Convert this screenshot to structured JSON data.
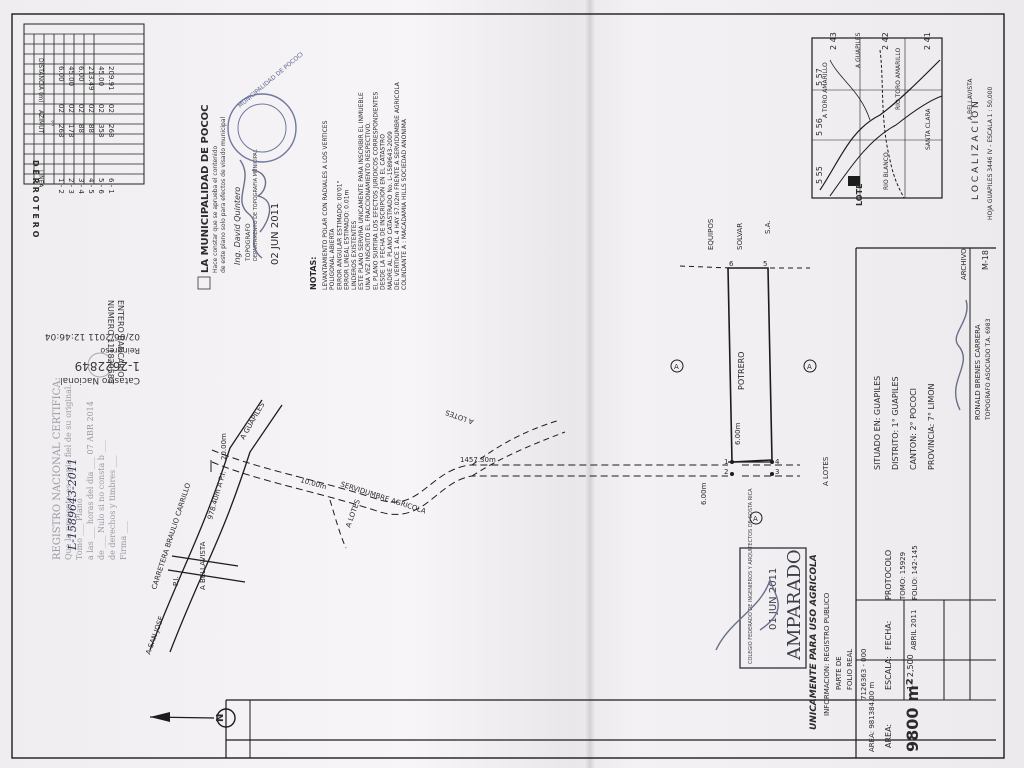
{
  "derrotero": {
    "title": "D E R R O T E R O",
    "headers": [
      "LINEA",
      "AZIMUT",
      "DISTANCIA (m)"
    ],
    "azimut_units": "°   '",
    "rows": [
      [
        "1 - 2",
        "268",
        "02",
        "6.00"
      ],
      [
        "2 - 3",
        "178",
        "02",
        "45.00"
      ],
      [
        "3 - 4",
        "88",
        "02",
        "6.00"
      ],
      [
        "4 - 5",
        "88",
        "02",
        "213.49"
      ],
      [
        "5 - 6",
        "358",
        "02",
        "45.00"
      ],
      [
        "6 - 1",
        "268",
        "02",
        "209.91"
      ]
    ]
  },
  "catastro": {
    "title": "Catastro Nacional",
    "number": "1-2622849",
    "label": "Reingreso",
    "datetime": "02/06/2011 12:46:04"
  },
  "registro_stamp": {
    "lines": [
      "REGISTRO NACIONAL CERTIFICA:",
      "Que la presente es copia fiel de su original.",
      "Tomo ___ Plano",
      "a las ___ horas del dia ___ 07 ABR 2014",
      "de ___ Nulo si no consta b ___",
      "de derechos y timbres ___",
      "Firma ___"
    ],
    "handwritten": "L-1589643-2011"
  },
  "banco": {
    "line1": "ENTERO BANCARIO",
    "line2": "NUMERO 111829585"
  },
  "municipalidad": {
    "title": "LA MUNICIPALIDAD DE POCOC",
    "sub1": "Hace constar que se aprueba el contenido",
    "sub2": "de este plano solo para efectos de visado municipal",
    "name": "Ing. David Quintero",
    "role1": "TOPOGRAFO",
    "role2": "DEPARTAMENTO DE TOPOGRAFIA MUNICIPAL",
    "date": "02 JUN 2011",
    "seal_text": "MUNICIPALIDAD DE POCOCI"
  },
  "notas": {
    "title": "NOTAS:",
    "lines": [
      "LEVANTAMIENTO POLAR CON RADIALES A LOS VERTICES",
      "POLIGONAL ABIERTA",
      "ERROR ANGULAR ESTIMADO: 00'01\"",
      "ERROR LINEAL ESTIMADO: 0.01m",
      "LINDEROS EXISTENTES",
      "ESTE PLANO SERVIRA UNICAMENTE PARA INSCRIBIR EL INMUEBLE",
      "UNA VEZ INSCRITO EL FRACCIONAMIENTO RESPECTIVO.",
      "EL PLANO SURTIRA LOS EFECTOS JURIDICOS CORRESPONDIENTES",
      "DESDE LA FECHA DE INSCRIPCION EN EL CATASTRO",
      "MADRE AL PLANO CATASTRADO No. L-1589643-2009",
      "DEL VERTICE 1 AL 4 HAY 57.02m FRENTE A SERVIDUMBRE AGRICOLA",
      "COLINDANTE A : MACADAMIA HILLS SOCIEDAD ANONIMA"
    ]
  },
  "map": {
    "estacion": "A SAN JOSE",
    "carretera": "CARRETERA BRAULIO CARRILLO",
    "bellavista": "A BELLAVISTA",
    "guapiles": "A GUAPILES",
    "dist_pi": "978.40m A P.I.",
    "pi": "P.I.",
    "width_road": "20.00m",
    "servidumbre": "SERVIDUMBRE AGRICOLA",
    "width_serv": "10.00m",
    "distance": "1457.30m",
    "a_lotes_1": "A LOTES",
    "a_lotes_2": "A LOTES",
    "a_lotes_3": "A LOTES",
    "width_6": "6.00m",
    "width_6b": "6.00m",
    "potrero": "POTRERO",
    "equipos": "EQUIPOS",
    "solvar": "SOLVAR",
    "sa": "S.A.",
    "vertex_labels": [
      "1",
      "2",
      "3",
      "4",
      "5",
      "6"
    ],
    "circle_mark": "A"
  },
  "colegio_stamp": {
    "title": "COLEGIO FEDERADO DE INGENIEROS Y ARQUITECTOS DE COSTA RICA",
    "date": "01 JUN 2011",
    "word": "AMPARADO"
  },
  "info": {
    "uso": "UNICAMENTE PARA USO AGRICOLA",
    "registro_title": "INFORMACION: REGISTRO PUBLICO",
    "parte": "PARTE DE",
    "folio_real": "FOLIO REAL",
    "folio_num": "7126363 - 000",
    "area_label": "AREA: 981384.00 m",
    "area_big_label": "AREA:",
    "area_big": "9800 m²",
    "escala_label": "ESCALA:",
    "escala": "1 : 2,500",
    "fecha_label": "FECHA:",
    "fecha": "ABRIL 2011",
    "protocolo_label": "PROTOCOLO",
    "tomo": "TOMO: 15929",
    "folio": "FOLIO: 142-145",
    "situado": "SITUADO EN: GUAPILES",
    "distrito": "DISTRITO: 1° GUAPILES",
    "canton": "CANTON: 2° POCOCI",
    "provincia": "PROVINCIA: 7° LIMON",
    "topografo": "RONALD BRENES CARRERA",
    "topografo_role": "TOPOGRAFO ASOCIADO T.A. 6983",
    "archivo_label": "ARCHIVO",
    "archivo": "M-18"
  },
  "localizacion": {
    "title": "L O C A L I Z A C I O N",
    "hoja": "HOJA GUAPILES 3446 IV  -  ESCALA 1 : 50,000",
    "lote": "LOTE",
    "rio_blanco": "RIO BLANCO",
    "rio_toro": "RIO TORO AMARILLO",
    "a_bellavista": "A BELLAVISTA",
    "a_guapiles": "A GUAPILES",
    "a_toro": "A TORO AMARILLO",
    "santa_clara": "SANTA CLARA",
    "grid": [
      "5 57",
      "5 56",
      "5 55",
      "2 43",
      "2 42",
      "2 41"
    ]
  }
}
